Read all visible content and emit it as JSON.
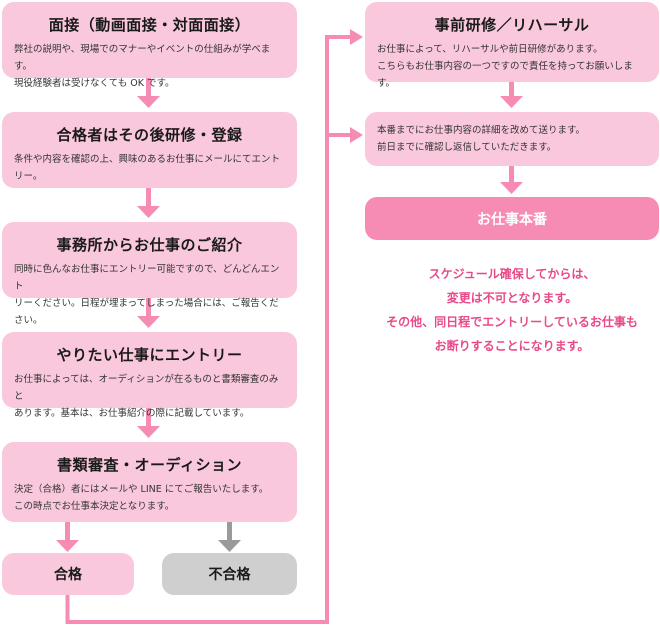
{
  "colors": {
    "box_pink": "#f9c8dc",
    "arrow_pink": "#f68cb3",
    "fail_gray": "#cfcfcf",
    "note_pink": "#e84a89"
  },
  "steps": [
    {
      "title": "面接（動画面接・対面面接）",
      "desc": [
        "弊社の説明や、現場でのマナーやイベントの仕組みが学べます。",
        "現役経験者は受けなくても OK です。"
      ]
    },
    {
      "title": "合格者はその後研修・登録",
      "desc": [
        "条件や内容を確認の上、興味のあるお仕事にメールにてエント",
        "リー。"
      ]
    },
    {
      "title": "事務所からお仕事のご紹介",
      "desc": [
        "同時に色んなお仕事にエントリー可能ですので、どんどんエント",
        "リーください。日程が埋まってしまった場合には、ご報告ください。"
      ]
    },
    {
      "title": "やりたい仕事にエントリー",
      "desc": [
        "お仕事によっては、オーディションが在るものと書類審査のみと",
        "あります。基本は、お仕事紹介の際に記載しています。"
      ]
    },
    {
      "title": "書類審査・オーディション",
      "desc": [
        "決定（合格）者にはメールや LINE にてご報告いたします。",
        "この時点でお仕事本決定となります。"
      ]
    }
  ],
  "outcomes": {
    "pass": "合格",
    "fail": "不合格"
  },
  "right_steps": [
    {
      "title": "事前研修／リハーサル",
      "desc": [
        "お仕事によって、リハーサルや前日研修があります。",
        "こちらもお仕事内容の一つですので責任を持ってお願いします。"
      ]
    },
    {
      "title": "",
      "desc": [
        "本番までにお仕事内容の詳細を改めて送ります。",
        "前日までに確認し返信していただきます。"
      ]
    }
  ],
  "final": "お仕事本番",
  "note": [
    "スケジュール確保してからは、",
    "変更は不可となります。",
    "その他、同日程でエントリーしているお仕事も",
    "お断りすることになります。"
  ]
}
